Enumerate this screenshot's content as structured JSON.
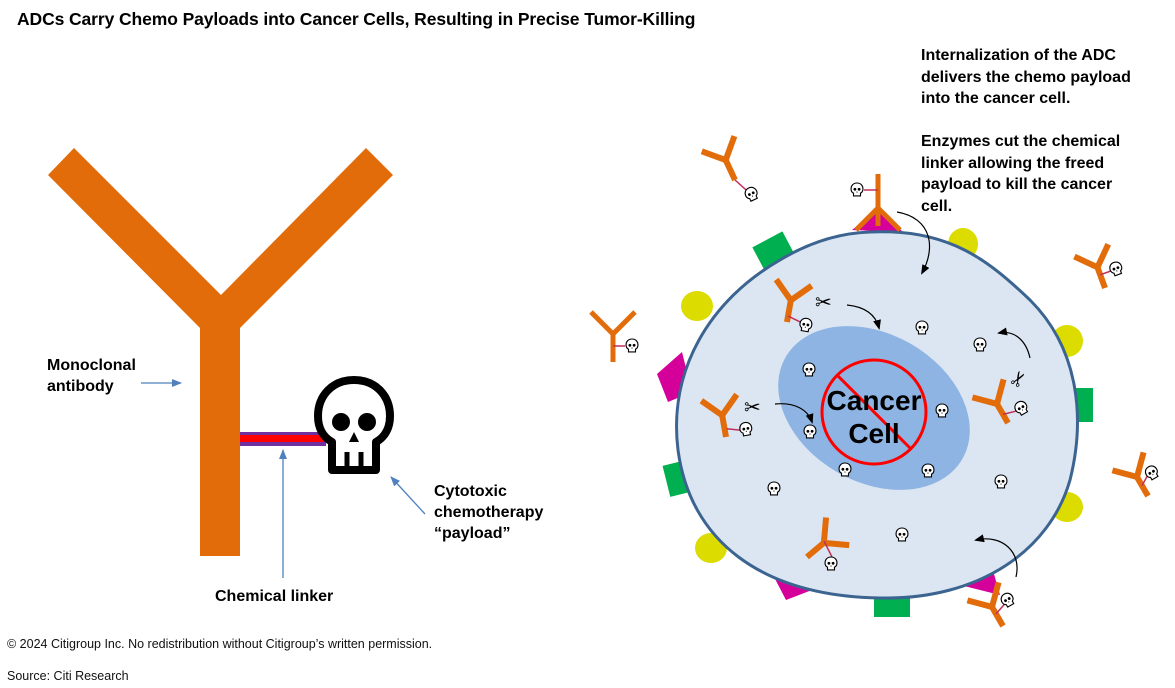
{
  "title": "ADCs Carry Chemo Payloads into Cancer Cells, Resulting in Precise Tumor-Killing",
  "left_panel": {
    "antibody_label_line1": "Monoclonal",
    "antibody_label_line2": "antibody",
    "linker_label": "Chemical linker",
    "payload_label_line1": "Cytotoxic",
    "payload_label_line2": "chemotherapy",
    "payload_label_line3": "“payload”"
  },
  "right_panel": {
    "note1_line1": "Internalization of the ADC",
    "note1_line2": "delivers the chemo payload",
    "note1_line3": "into the cancer cell.",
    "note2_line1": "Enzymes cut the chemical",
    "note2_line2": "linker allowing the freed",
    "note2_line3": "payload to kill the cancer",
    "note2_line4": "cell.",
    "nucleus_line1": "Cancer",
    "nucleus_line2": "Cell"
  },
  "icons": {
    "payload": "skull-icon",
    "enzyme": "scissors-icon",
    "prohibition": "no-symbol-icon"
  },
  "colors": {
    "antibody": "#E36C0A",
    "linker_outer": "#7030A0",
    "linker_inner": "#FF0000",
    "annotation_arrow": "#4F81BD",
    "cell_fill": "#DCE6F2",
    "cell_border": "#3C6490",
    "nucleus": "#8EB4E3",
    "receptor_magenta": "#D5009A",
    "receptor_green": "#00B050",
    "receptor_yellow": "#DCDC00",
    "prohibition": "#FF0000"
  },
  "footer": {
    "copyright": "© 2024 Citigroup Inc. No redistribution without Citigroup’s written permission.",
    "source": "Source: Citi Research"
  }
}
